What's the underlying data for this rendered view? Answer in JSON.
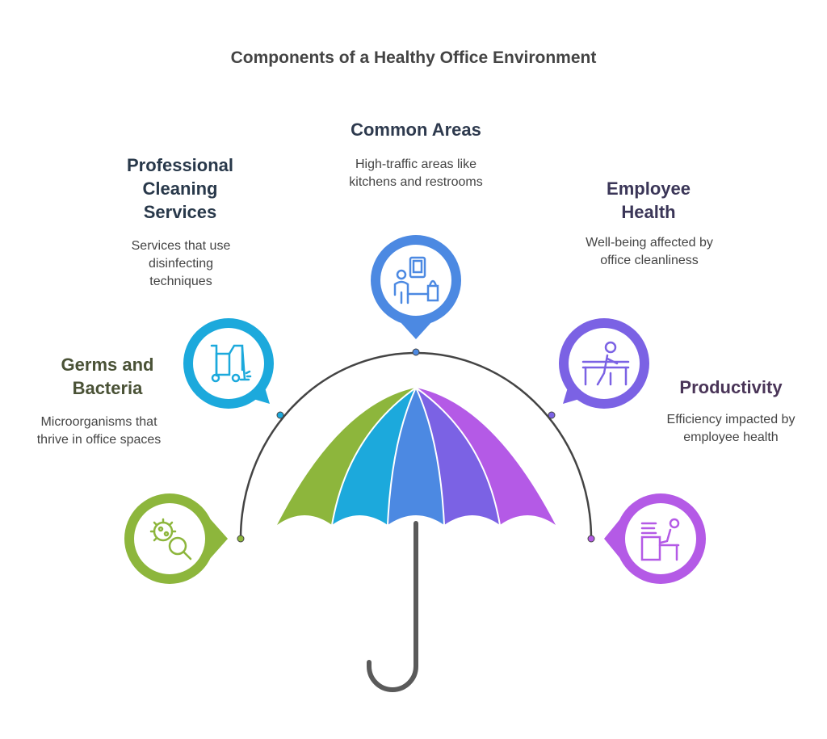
{
  "title": "Components of a Healthy Office Environment",
  "colors": {
    "germs": "#8db63c",
    "cleaning": "#1ca9dc",
    "common": "#4c89e2",
    "health": "#7b62e4",
    "productivity": "#b45ae6",
    "arc": "#444444",
    "handle": "#5a5a5a"
  },
  "items": [
    {
      "key": "germs",
      "title": "Germs and Bacteria",
      "desc": "Microorganisms that thrive in office spaces",
      "icon": "germ-magnifier-icon"
    },
    {
      "key": "cleaning",
      "title": "Professional Cleaning Services",
      "desc": "Services that use disinfecting techniques",
      "icon": "cleaning-cart-icon"
    },
    {
      "key": "common",
      "title": "Common Areas",
      "desc": "High-traffic areas like kitchens and restrooms",
      "icon": "common-area-icon"
    },
    {
      "key": "health",
      "title": "Employee Health",
      "desc": "Well-being affected by office cleanliness",
      "icon": "employee-desk-icon"
    },
    {
      "key": "productivity",
      "title": "Productivity",
      "desc": "Efficiency impacted by employee health",
      "icon": "productivity-desk-icon"
    }
  ]
}
